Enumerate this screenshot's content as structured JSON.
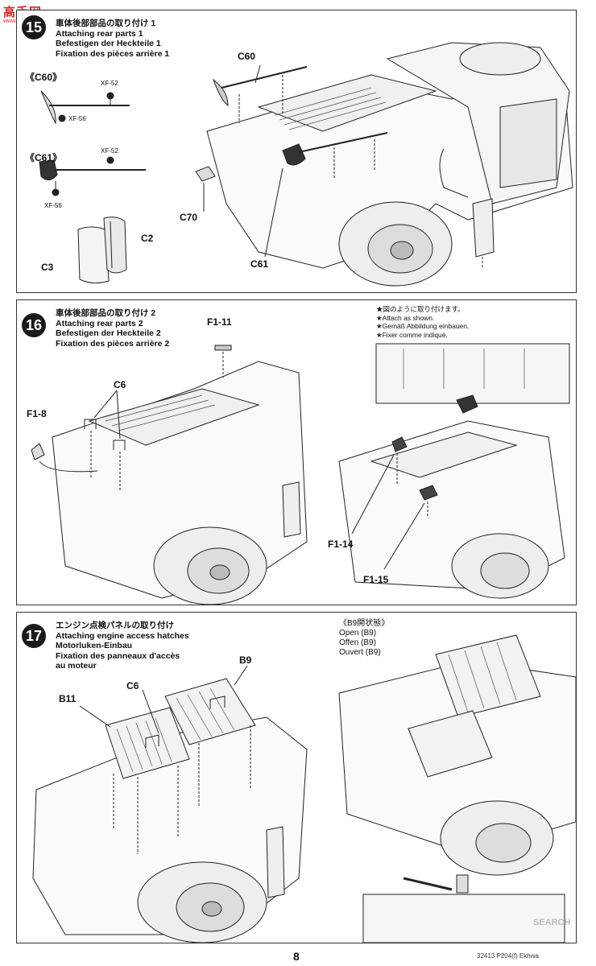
{
  "watermark": {
    "cn": "高手网",
    "url": "www.gaoshou.com"
  },
  "steps": [
    {
      "number": "15",
      "titles": [
        "車体後部部品の取り付け 1",
        "Attaching rear parts 1",
        "Befestigen der Heckteile 1",
        "Fixation des pièces arrière 1"
      ]
    },
    {
      "number": "16",
      "titles": [
        "車体後部部品の取り付け 2",
        "Attaching rear parts 2",
        "Befestigen der Heckteile 2",
        "Fixation des pièces arrière 2"
      ]
    },
    {
      "number": "17",
      "titles": [
        "エンジン点検パネルの取り付け",
        "Attaching engine access hatches",
        "Motorluken-Einbau",
        "Fixation des panneaux d'accès",
        "au moteur"
      ]
    }
  ],
  "step15": {
    "sub_c60": "《C60》",
    "sub_c61": "《C61》",
    "paint_xf52_a": "XF-52",
    "paint_xf56_a": "XF-56",
    "paint_xf52_b": "XF-52",
    "paint_xf56_b": "XF-56",
    "c2": "C2",
    "c3": "C3",
    "c60": "C60",
    "c61": "C61",
    "c70": "C70"
  },
  "step16": {
    "f1_11": "F1-11",
    "f1_8": "F1-8",
    "c6": "C6",
    "f1_14": "F1-14",
    "f1_15": "F1-15",
    "note": [
      "★図のように取り付けます。",
      "★Attach as shown.",
      "★Gemäß Abbildung einbauen.",
      "★Fixer comme indiqué."
    ]
  },
  "step17": {
    "b9": "B9",
    "c6": "C6",
    "b11": "B11",
    "note": [
      "《B9開状態》",
      "Open (B9)",
      "Offen (B9)",
      "Ouvert (B9)"
    ]
  },
  "page_number": "8",
  "footer": "32413 P204(f) Ekhwa",
  "bottom_watermark": "SEARCH"
}
